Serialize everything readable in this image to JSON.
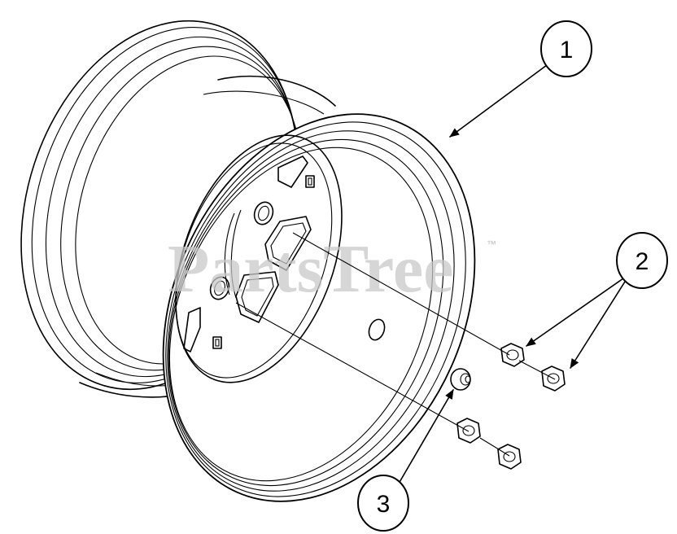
{
  "watermark": {
    "text": "PartsTree",
    "trademark": "™"
  },
  "callouts": [
    {
      "number": "1",
      "part": "wheel-rim"
    },
    {
      "number": "2",
      "part": "lug-nut"
    },
    {
      "number": "3",
      "part": "valve-stem"
    }
  ],
  "colors": {
    "line": "#000000",
    "background": "#ffffff",
    "watermark": "#c9c9c9"
  }
}
